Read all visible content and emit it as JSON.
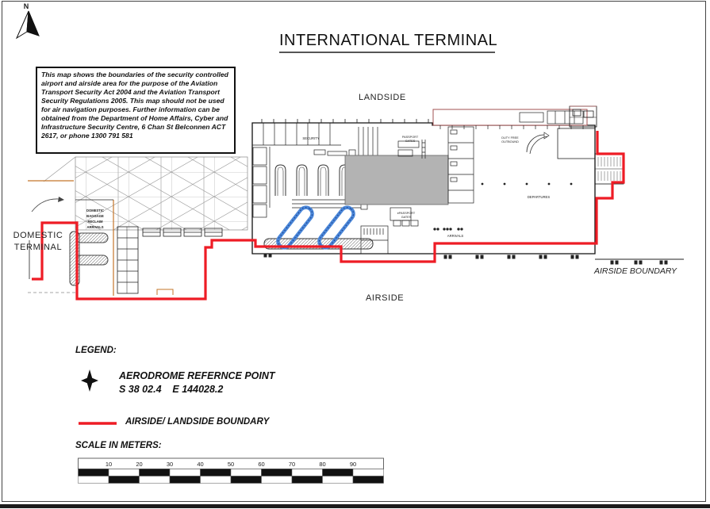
{
  "page": {
    "title": "INTERNATIONAL TERMINAL"
  },
  "north": {
    "label": "N"
  },
  "notice": {
    "text": "This map shows the boundaries of the security controlled airport and airside area for the purpose of the Aviation Transport Security Act 2004 and the Aviation Transport Security Regulations 2005. This map should not be used for air navigation purposes. Further information can be obtained from the Department of Home Affairs, Cyber and Infrastructure Security Centre, 6 Chan St Belconnen ACT 2617, or phone 1300 791 581"
  },
  "map": {
    "labels": {
      "landside": "LANDSIDE",
      "airside": "AIRSIDE",
      "domestic_terminal_line1": "DOMESTIC",
      "domestic_terminal_line2": "TERMINAL",
      "airside_boundary": "AIRSIDE BOUNDARY",
      "security": "SECURITY",
      "duty_free_line1": "DUTY FREE",
      "duty_free_line2": "OUTBOUND",
      "departures": "DEPARTURES",
      "arrivals": "ARRIVALS",
      "passport_gates_upper_line1": "PASSPORT",
      "passport_gates_upper_line2": "GATES",
      "passport_gates_lower_line1": "ePASSPORT",
      "passport_gates_lower_line2": "GATES",
      "domestic_baggage": [
        "DOMESTIC",
        "BAGGAGE",
        "RECLAIM",
        "ARRIVALS"
      ]
    }
  },
  "legend": {
    "heading": "LEGEND:",
    "arp_label": "AERODROME REFERNCE POINT",
    "arp_coords": "S 38 02.4    E 144028.2",
    "boundary_label": "AIRSIDE/ LANDSIDE BOUNDARY"
  },
  "scale": {
    "heading": "SCALE IN METERS:",
    "ticks": [
      "10",
      "20",
      "30",
      "40",
      "50",
      "60",
      "70",
      "80",
      "90"
    ]
  },
  "colors": {
    "boundary_red": "#ee1c25",
    "carousel_blue": "#4a86d8",
    "roof_gray": "#b3b3b3",
    "service_orange": "#c4762a",
    "annex_outline": "#a05050"
  }
}
